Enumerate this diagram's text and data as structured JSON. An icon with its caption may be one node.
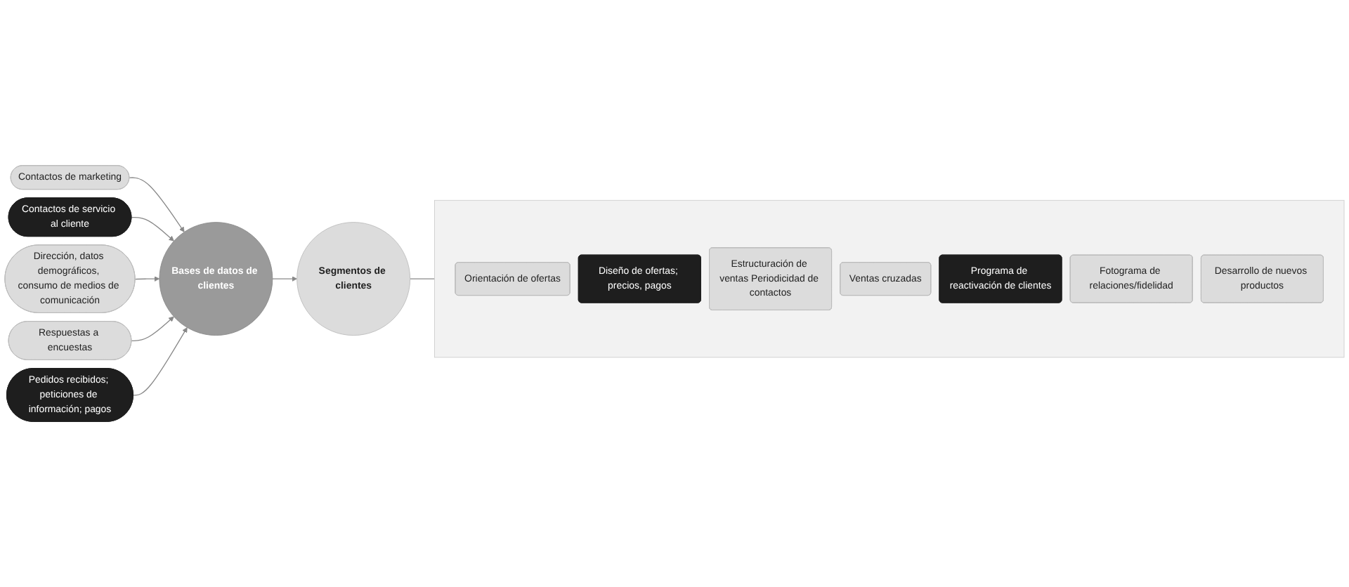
{
  "diagram": {
    "nodes": [
      {
        "text": [
          "Contactos de marketing"
        ]
      },
      {
        "text": [
          "Contactos de servicio al cliente"
        ]
      },
      {
        "text": [
          "Dirección, datos demográficos, consumo de medios de comunicación"
        ]
      },
      {
        "text": [
          "Bases de datos de clientes"
        ]
      },
      {
        "text": [
          "Respuestas a encuestas"
        ]
      },
      {
        "text": [
          "Pedidos recibidos; peticiones de información; pagos"
        ]
      },
      {
        "text": [
          "Segmentos de clientes"
        ]
      },
      {
        "text": [],
        "shape": "box"
      },
      {
        "text": [
          "Orientación de ofertas"
        ],
        "in": 7
      },
      {
        "text": [
          "Diseño de ofertas; precios, pagos"
        ],
        "in": 7
      },
      {
        "text": [
          "Estructuración de ventas Periodicidad de contactos"
        ],
        "in": 7
      },
      {
        "text": [
          "Ventas cruzadas"
        ],
        "in": 7
      },
      {
        "text": [
          "Programa de reactivación de clientes"
        ],
        "in": 7
      },
      {
        "text": [
          "Fotograma de relaciones/fidelidad"
        ],
        "in": 7
      },
      {
        "text": [
          "Desarrollo de nuevos productos"
        ],
        "in": 7
      }
    ],
    "edges": [
      {
        "from": 0,
        "to": 3,
        "arrow": "to"
      },
      {
        "from": 1,
        "to": 3,
        "arrow": "to"
      },
      {
        "from": 2,
        "to": 3,
        "arrow": "to"
      },
      {
        "from": 4,
        "to": 3,
        "arrow": "to"
      },
      {
        "from": 5,
        "to": 3,
        "arrow": "to"
      },
      {
        "from": 3,
        "to": 6,
        "arrow": "to"
      },
      {
        "from": 6,
        "to": 7,
        "arrow": "none"
      }
    ]
  }
}
